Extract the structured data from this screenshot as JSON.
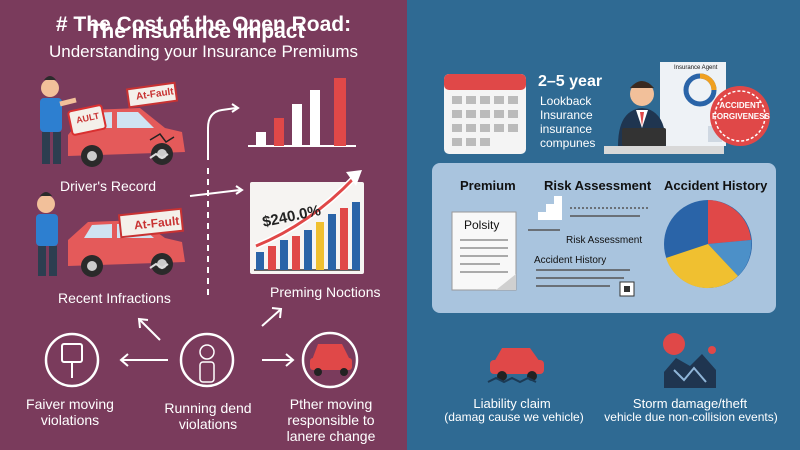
{
  "left": {
    "title": "# The Cost of the Open Road:",
    "subtitle": "Understanding your Insurance Premiums",
    "tag_at_fault_1": "At-Fault",
    "tag_adult": "AULT",
    "tag_at_fault_2": "At-Fault",
    "drivers_record": "Driver's Record",
    "recent_infractions": "Recent Infractions",
    "percent_label": "$240.0%",
    "preming_noctions": "Preming Noctions",
    "bottom_items": [
      {
        "label": "Faiver moving violations"
      },
      {
        "label": "Running dend violations"
      },
      {
        "label": "Pther moving responsible to lanere change"
      }
    ]
  },
  "right": {
    "title": "The Insurance Impact",
    "lookback_bold": "2–5 year",
    "lookback_text": "Lookback Insurance insurance compunes",
    "agent_label": "Insurance Agent",
    "badge_text": "ACCIDENT FORGIVENESS",
    "panel": {
      "col1": "Premium",
      "col2": "Risk Assessment",
      "col3": "Accident History",
      "doc_title": "Polsity",
      "risk_small": "Risk Assessment",
      "accident_small": "Accident History"
    },
    "liability_title": "Liability claim",
    "liability_sub": "(damag cause we vehicle)",
    "storm_title": "Storm damage/theft",
    "storm_sub": "vehicle due non-collision events)"
  },
  "colors": {
    "left_bg": "#7a3b5c",
    "right_bg": "#2f6a93",
    "accent_red": "#e04848",
    "accent_blue": "#2a64a8",
    "accent_yellow": "#f0c030"
  }
}
